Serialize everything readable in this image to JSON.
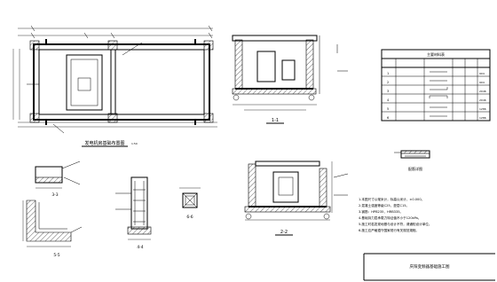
{
  "drawing": {
    "title_block_caption": "庆阳变频器基础施工图",
    "plan_title": "发电机房基础布置图",
    "plan_scale": "1:50",
    "section_labels": [
      "1-1",
      "2-2",
      "3-3",
      "4-4",
      "5-5",
      "6-6"
    ],
    "detail_title": "配筋详图",
    "notes": [
      "1.本图尺寸以毫米计，标高以米计，±0.000。",
      "2.混凝土强度等级C25，垫层C15。",
      "3.钢筋：HPB235，HRB335。",
      "4.基础持力层承载力特征值不小于120kPa。",
      "5.施工时若发现地基与设计不符，请通知设计单位。",
      "6.施工应严格遵守国家现行有关规范规程。"
    ],
    "table": {
      "title": "主要材料表",
      "rows": [
        {
          "no": "1",
          "len": "904"
        },
        {
          "no": "2",
          "len": "904"
        },
        {
          "no": "3",
          "len": "2046"
        },
        {
          "no": "4",
          "len": "2046"
        },
        {
          "no": "5",
          "len": "1286"
        },
        {
          "no": "6",
          "len": "1286"
        }
      ]
    }
  }
}
